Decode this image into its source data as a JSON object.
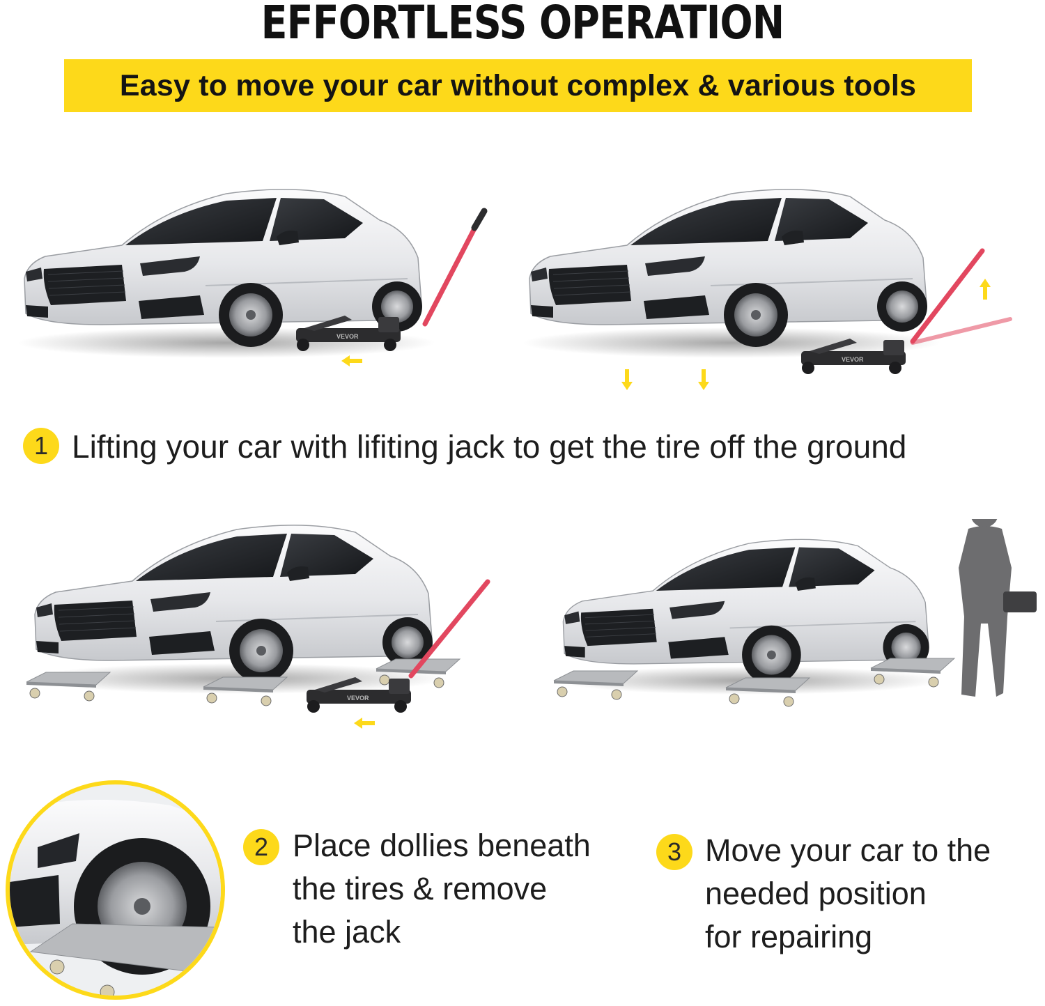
{
  "headline": "EFFORTLESS OPERATION",
  "banner": "Easy to move your car without complex & various tools",
  "colors": {
    "accent": "#fdd91a",
    "jack_handle": "#e2475f",
    "jack_body": "#2c2c2e",
    "car_body": "#e9eaec"
  },
  "steps": [
    {
      "number": "1",
      "text": "Lifting your car with lifiting jack to get the tire off the ground"
    },
    {
      "number": "2",
      "lines": [
        "Place dollies beneath",
        "the tires & remove",
        "the jack"
      ]
    },
    {
      "number": "3",
      "lines": [
        "Move your car to the",
        "needed position",
        "for repairing"
      ]
    }
  ],
  "jack_brand": "VEVOR"
}
